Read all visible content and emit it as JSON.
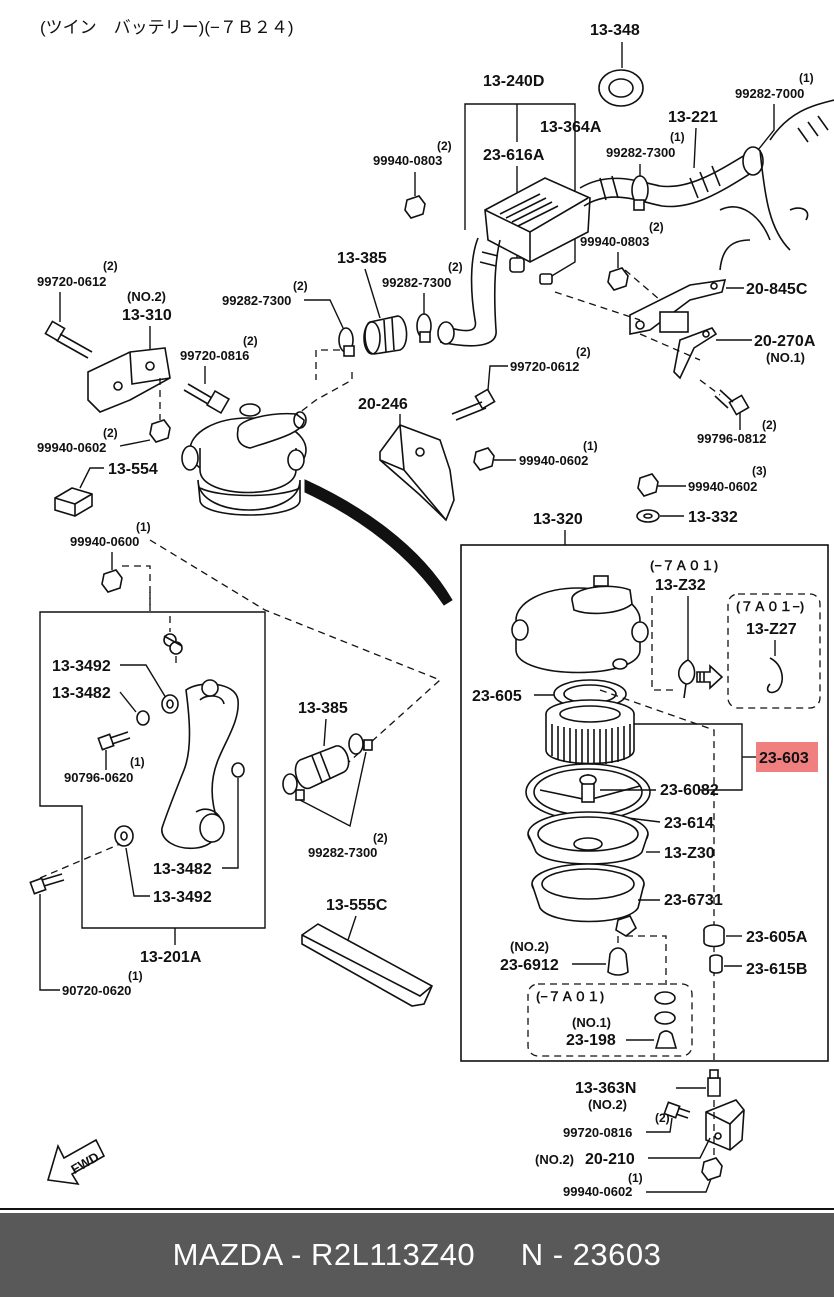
{
  "header": {
    "title": "(ツイン　バッテリー)(−７Ｂ２４)"
  },
  "callouts": {
    "c13_348": "13-348",
    "c13_240D": "13-240D",
    "c13_364A": "13-364A",
    "c23_616A": "23-616A",
    "c13_221": "13-221",
    "c99282_7000": "99282-7000",
    "q99282_7000": "(1)",
    "c99940_0803a": "99940-0803",
    "q99940_0803a": "(2)",
    "c99282_7300a": "99282-7300",
    "q99282_7300a": "(1)",
    "c99940_0803b": "99940-0803",
    "q99940_0803b": "(2)",
    "c99720_0612a": "99720-0612",
    "q99720_0612a": "(2)",
    "no2_a": "(NO.2)",
    "c13_310": "13-310",
    "c99282_7300b": "99282-7300",
    "q99282_7300b": "(2)",
    "c13_385a": "13-385",
    "c99282_7300c": "99282-7300",
    "q99282_7300c": "(2)",
    "c20_845C": "20-845C",
    "c20_270A": "20-270A",
    "no1_a": "(NO.1)",
    "c99720_0816a": "99720-0816",
    "q99720_0816a": "(2)",
    "c99720_0612b": "99720-0612",
    "q99720_0612b": "(2)",
    "c20_246": "20-246",
    "c99796_0812": "99796-0812",
    "q99796_0812": "(2)",
    "c99940_0602a": "99940-0602",
    "q99940_0602a": "(2)",
    "c99940_0602b": "99940-0602",
    "q99940_0602b": "(1)",
    "c13_554": "13-554",
    "c99940_0602c": "99940-0602",
    "q99940_0602c": "(3)",
    "c13_320": "13-320",
    "c13_332": "13-332",
    "c99940_0600": "99940-0600",
    "q99940_0600": "(1)",
    "r7A01a": "(−７Ａ０１)",
    "c13_Z32": "13-Z32",
    "r7A01b": "(７Ａ０１−)",
    "c13_Z27": "13-Z27",
    "c13_3492a": "13-3492",
    "c13_3482a": "13-3482",
    "c90796_0620": "90796-0620",
    "q90796_0620": "(1)",
    "c23_605": "23-605",
    "c13_385b": "13-385",
    "c23_603": "23-603",
    "c23_6082": "23-6082",
    "c23_614": "23-614",
    "c13_Z30": "13-Z30",
    "c13_3482b": "13-3482",
    "c13_3492b": "13-3492",
    "c99282_7300d": "99282-7300",
    "q99282_7300d": "(2)",
    "c23_6731": "23-6731",
    "c13_555C": "13-555C",
    "c23_605A": "23-605A",
    "no2_b": "(NO.2)",
    "c23_6912": "23-6912",
    "c23_615B": "23-615B",
    "c13_201A": "13-201A",
    "c90720_0620": "90720-0620",
    "q90720_0620": "(1)",
    "r7A01c": "(−７Ａ０１)",
    "no1_b": "(NO.1)",
    "c23_198": "23-198",
    "c13_363N": "13-363N",
    "no2_c": "(NO.2)",
    "c99720_0816b": "99720-0816",
    "q99720_0816b": "(2)",
    "no2_d": "(NO.2)",
    "c20_210": "20-210",
    "c99940_0602d": "99940-0602",
    "q99940_0602d": "(1)",
    "fwd": "FWD"
  },
  "highlight": {
    "part": "23-603",
    "color": "#f08080"
  },
  "footer": {
    "text": "MAZDA - R2L113Z40     N - 23603",
    "background": "#595959"
  }
}
